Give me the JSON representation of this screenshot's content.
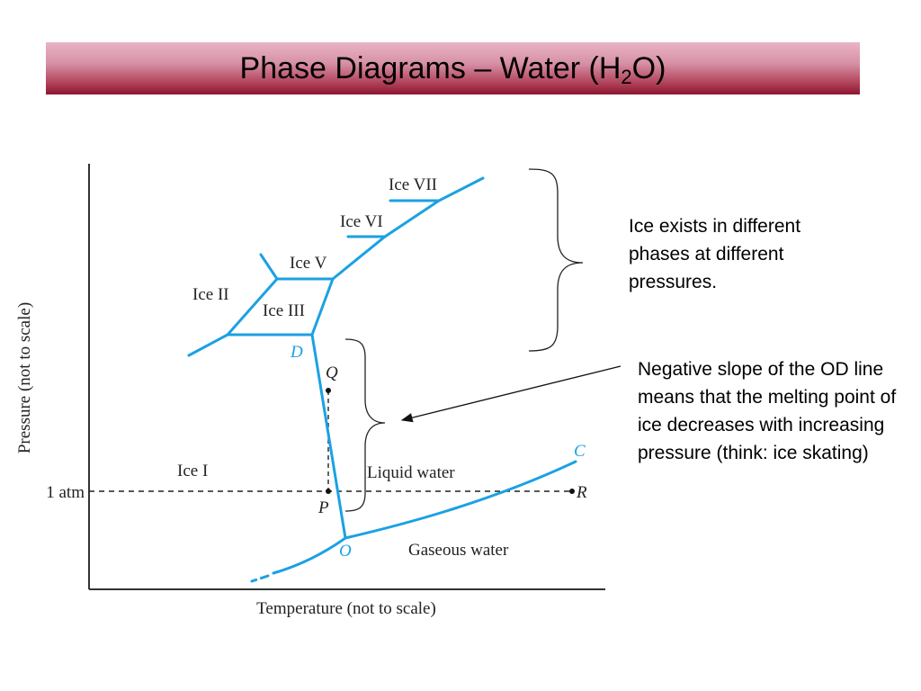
{
  "slide": {
    "title_main": "Phase Diagrams – Water (H",
    "title_sub": "2",
    "title_end": "O)"
  },
  "diagram": {
    "axis_y_label": "Pressure (not to scale)",
    "axis_x_label": "Temperature (not to scale)",
    "atm_label": "1 atm",
    "regions": {
      "ice_vii": "Ice VII",
      "ice_vi": "Ice VI",
      "ice_v": "Ice V",
      "ice_ii": "Ice II",
      "ice_iii": "Ice III",
      "ice_i": "Ice I",
      "liquid": "Liquid water",
      "gas": "Gaseous water"
    },
    "points": {
      "d": "D",
      "q": "Q",
      "p": "P",
      "o": "O",
      "c": "C",
      "r": "R"
    },
    "colors": {
      "phase_line": "#1ba1e2",
      "axis": "#333333"
    }
  },
  "annotations": {
    "ice_phases": "Ice exists in different phases at different pressures.",
    "negative_slope": "Negative slope of the OD line means that the melting point of ice decreases with increasing pressure (think: ice skating)"
  }
}
